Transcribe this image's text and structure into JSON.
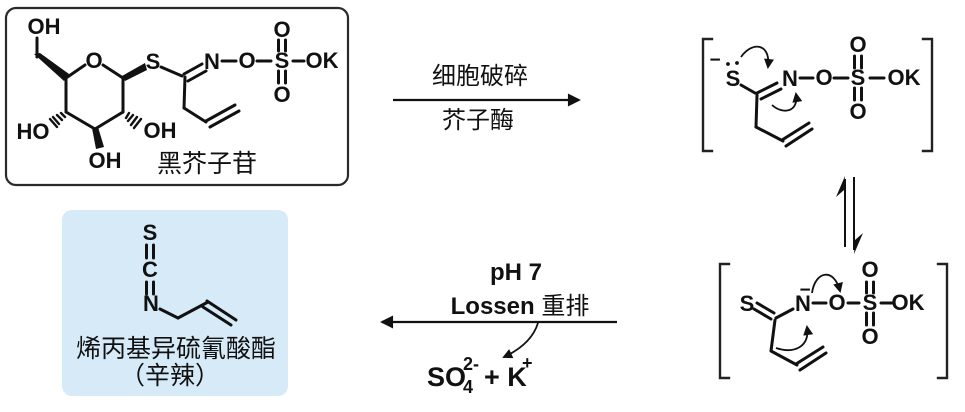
{
  "colors": {
    "ink": "#111111",
    "reactant_box_border": "#2a2a2a",
    "product_box_fill": "#d6eaf8"
  },
  "reactant": {
    "caption": "黑芥子苷",
    "atoms": {
      "ch2oh": "OH",
      "ring_o": "O",
      "ho_left": "HO",
      "oh_bottom": "OH",
      "oh_right": "OH",
      "s_glycosidic": "S",
      "n_oxime": "N",
      "o_bridge": "O",
      "s_sulfate": "S",
      "o_sulfate_top": "O",
      "o_sulfate_bottom": "O",
      "o_potassium": "OK"
    }
  },
  "step1": {
    "condition_top": "细胞破碎",
    "condition_bottom": "芥子酶"
  },
  "intermediate_thiolate": {
    "charge": "−",
    "atoms": {
      "s_thiolate": "S",
      "n_oxime": "N",
      "o_bridge": "O",
      "s_sulfate": "S",
      "o_sulfate_top": "O",
      "o_sulfate_bottom": "O",
      "o_potassium": "OK"
    }
  },
  "intermediate_thiohydroximate": {
    "charge": "−",
    "atoms": {
      "s_thione": "S",
      "n_amide": "N",
      "o_bridge": "O",
      "s_sulfate": "S",
      "o_sulfate_top": "O",
      "o_sulfate_bottom": "O",
      "o_potassium": "OK"
    }
  },
  "step2": {
    "condition_line1": "pH 7",
    "condition_line2_en": "Lossen",
    "condition_line2_zh": " 重排",
    "byproduct": {
      "base": "SO",
      "subscript": "4",
      "superscript": "2-",
      "plus_cation": "+ K",
      "cation_charge": "+"
    }
  },
  "product": {
    "atoms": {
      "s": "S",
      "c": "C",
      "n": "N"
    },
    "caption_line1": "烯丙基异硫氰酸酯",
    "caption_line2": "（辛辣）"
  }
}
